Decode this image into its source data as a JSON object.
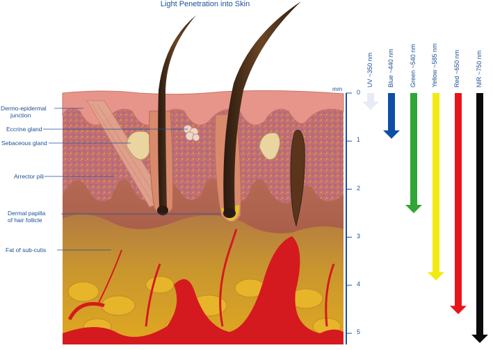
{
  "title": "Light Penetration into Skin",
  "scale": {
    "unit": "mm",
    "ticks": [
      "0",
      "1",
      "2",
      "3",
      "4",
      "5"
    ]
  },
  "labels": {
    "dermo": [
      "Dermo-epidermal",
      "junction"
    ],
    "eccrine": "Eccrine gland",
    "sebaceous": "Sebaceous gland",
    "arrector": "Arrector pili",
    "papilla": [
      "Dermal papilla",
      "of hair follicle"
    ],
    "fat": "Fat of sub-cutis"
  },
  "wavelengths": [
    {
      "label": "UV ~350 nm",
      "color": "#e6ecf5",
      "depth_mm": 0.35
    },
    {
      "label": "Blue ~440 nm",
      "color": "#0d4ea6",
      "depth_mm": 0.95
    },
    {
      "label": "Green ~540 nm",
      "color": "#2fa636",
      "depth_mm": 2.5
    },
    {
      "label": "Yellow ~585 nm",
      "color": "#f2ea12",
      "depth_mm": 3.9
    },
    {
      "label": "Red ~650 nm",
      "color": "#e8141b",
      "depth_mm": 4.6
    },
    {
      "label": "NIR ~750 nm",
      "color": "#0a0a0a",
      "depth_mm": 5.2
    }
  ]
}
